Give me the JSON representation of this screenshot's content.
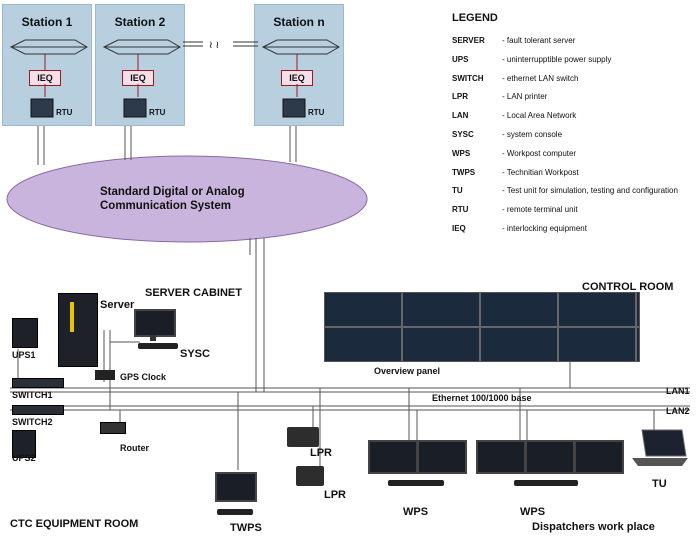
{
  "stations": [
    {
      "title": "Station 1",
      "ieq": "IEQ",
      "rtu": "RTU"
    },
    {
      "title": "Station 2",
      "ieq": "IEQ",
      "rtu": "RTU"
    },
    {
      "title": "Station n",
      "ieq": "IEQ",
      "rtu": "RTU"
    }
  ],
  "communication": {
    "line1": "Standard Digital or Analog",
    "line2": "Communication  System"
  },
  "legend": {
    "title": "LEGEND",
    "items": [
      {
        "key": "SERVER",
        "value": "-  fault tolerant server"
      },
      {
        "key": "UPS",
        "value": "-  uninterrupptible power supply"
      },
      {
        "key": "SWITCH",
        "value": "- ethernet LAN switch"
      },
      {
        "key": "LPR",
        "value": "- LAN printer"
      },
      {
        "key": "LAN",
        "value": "- Local Area Network"
      },
      {
        "key": "SYSC",
        "value": "- system console"
      },
      {
        "key": "WPS",
        "value": "- Workpost computer"
      },
      {
        "key": "TWPS",
        "value": "- Technitian Workpost"
      },
      {
        "key": "TU",
        "value": "- Test unit for simulation, testing and configuration"
      },
      {
        "key": "RTU",
        "value": "-  remote terminal unit"
      },
      {
        "key": "IEQ",
        "value": "- interlocking equipment"
      }
    ]
  },
  "equipment_room": {
    "title": "CTC EQUIPMENT ROOM",
    "cabinet_title": "SERVER CABINET",
    "server": "Server",
    "sysc": "SYSC",
    "ups1": "UPS1",
    "ups2": "UPS2",
    "switch1": "SWITCH1",
    "switch2": "SWITCH2",
    "gps": "GPS Clock",
    "router": "Router",
    "twps": "TWPS"
  },
  "control_room": {
    "title": "CONTROL ROOM",
    "overview": "Overview panel",
    "ethernet": "Ethernet 100/1000 base",
    "lan1": "LAN1",
    "lan2": "LAN2",
    "lpr1": "LPR",
    "lpr2": "LPR",
    "wps1": "WPS",
    "wps2": "WPS",
    "tu": "TU",
    "dispatchers": "Dispatchers work place"
  },
  "colors": {
    "station_bg": "#b8cfe0",
    "ellipse": "#c8b4dc",
    "room_bg": "#fdfbe6",
    "cabinet_bg": "#e4e4e4"
  }
}
